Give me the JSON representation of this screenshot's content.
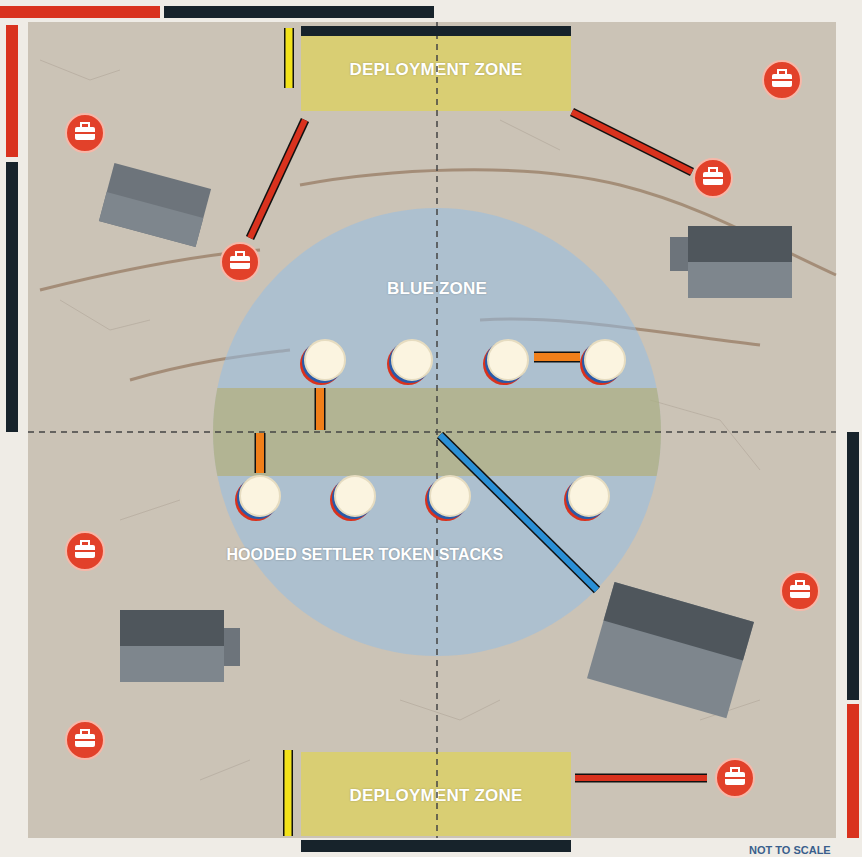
{
  "diagram": {
    "nodes": [
      {
        "text": [
          "DEPLOYMENT ZONE"
        ]
      },
      {
        "text": [
          "BLUE ZONE"
        ]
      },
      {
        "text": [
          "DEPLOYMENT ZONE"
        ]
      }
    ],
    "labels": [
      "HOODED SETTLER TOKEN STACKS",
      "NOT TO SCALE"
    ]
  }
}
